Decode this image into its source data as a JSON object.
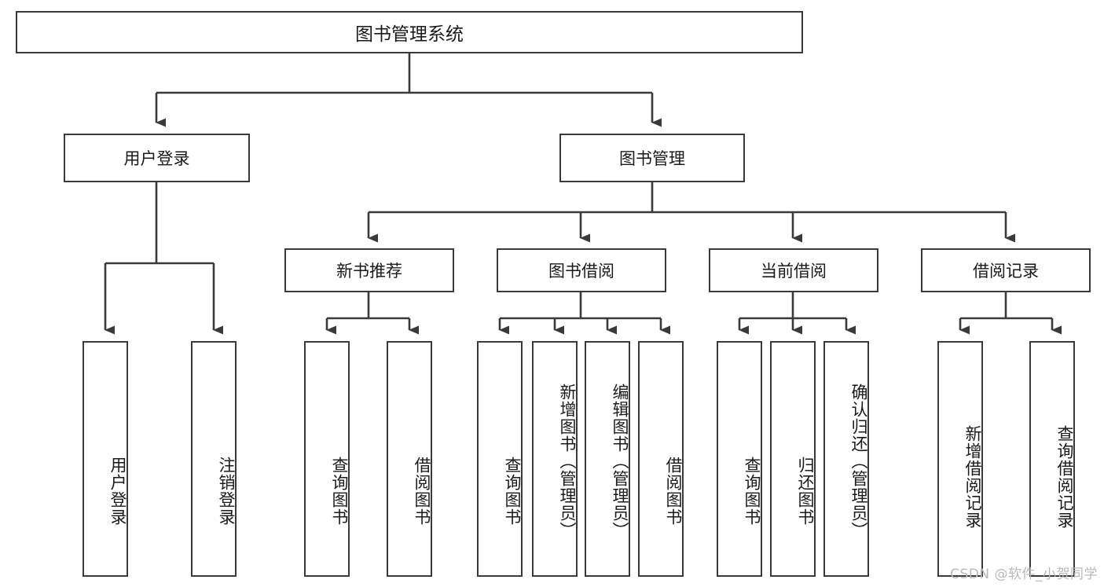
{
  "diagram": {
    "title": "图书管理系统",
    "type": "hierarchy-tree",
    "levels": 4,
    "root": {
      "label": "图书管理系统"
    },
    "level2": [
      {
        "label": "用户登录"
      },
      {
        "label": "图书管理"
      }
    ],
    "level3": [
      {
        "label": "新书推荐"
      },
      {
        "label": "图书借阅"
      },
      {
        "label": "当前借阅"
      },
      {
        "label": "借阅记录"
      }
    ],
    "leaves": {
      "user_login": [
        {
          "label": "用户登录"
        },
        {
          "label": "注销登录"
        }
      ],
      "new_book_recommend": [
        {
          "label": "查询图书"
        },
        {
          "label": "借阅图书"
        }
      ],
      "book_borrow": [
        {
          "label": "查询图书"
        },
        {
          "label": "新增图书（管理员）"
        },
        {
          "label": "编辑图书（管理员）"
        },
        {
          "label": "借阅图书"
        }
      ],
      "current_borrow": [
        {
          "label": "查询图书"
        },
        {
          "label": "归还图书"
        },
        {
          "label": "确认归还（管理员）"
        }
      ],
      "borrow_record": [
        {
          "label": "新增借阅记录"
        },
        {
          "label": "查询借阅记录"
        }
      ]
    }
  },
  "watermark": {
    "text": "CSDN @软件_小贺同学"
  },
  "colors": {
    "border": "#3a3a3a",
    "line": "#3a3a3a",
    "text": "#1a1a1a",
    "background": "#ffffff",
    "watermark": "#b9b9b9"
  }
}
